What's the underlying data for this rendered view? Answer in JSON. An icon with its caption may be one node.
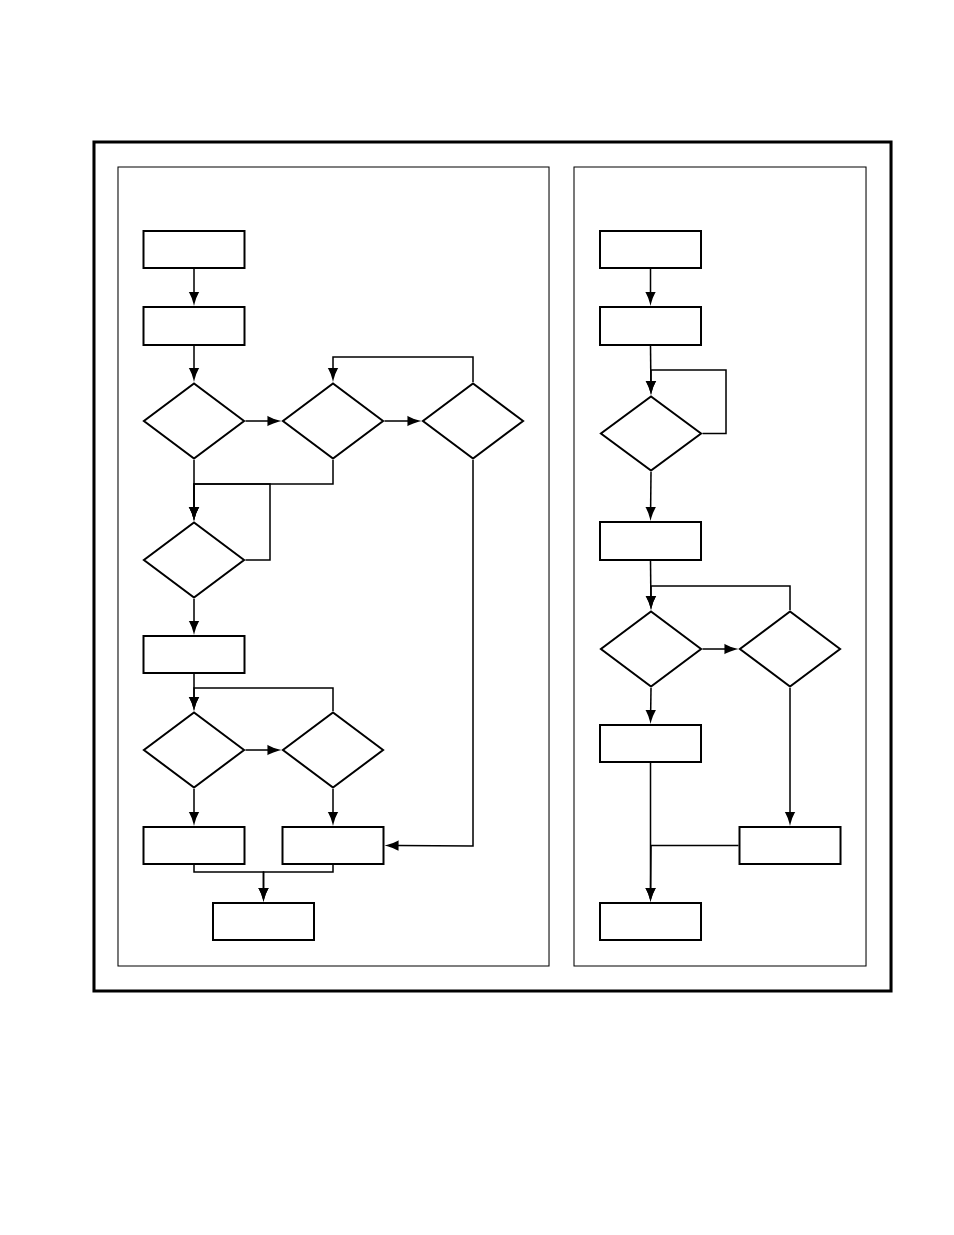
{
  "diagram": {
    "nodes": [
      {
        "text": [],
        "shape": "box"
      },
      {
        "text": [],
        "shape": "box",
        "in": 0
      },
      {
        "text": [],
        "shape": "box",
        "in": 0
      },
      {
        "text": [],
        "shape": "box",
        "in": 1
      },
      {
        "text": [],
        "shape": "box",
        "in": 1
      },
      {
        "text": [],
        "shape": "diamond",
        "in": 1
      },
      {
        "text": [],
        "shape": "diamond",
        "in": 1
      },
      {
        "text": [],
        "shape": "diamond",
        "in": 1
      },
      {
        "text": [],
        "shape": "diamond",
        "in": 1
      },
      {
        "text": [],
        "shape": "box",
        "in": 1
      },
      {
        "text": [],
        "shape": "diamond",
        "in": 1
      },
      {
        "text": [],
        "shape": "diamond",
        "in": 1
      },
      {
        "text": [],
        "shape": "box",
        "in": 1
      },
      {
        "text": [],
        "shape": "box",
        "in": 1
      },
      {
        "text": [],
        "shape": "box",
        "in": 1
      },
      {
        "text": [],
        "shape": "box",
        "in": 2
      },
      {
        "text": [],
        "shape": "box",
        "in": 2
      },
      {
        "text": [],
        "shape": "diamond",
        "in": 2
      },
      {
        "text": [],
        "shape": "box",
        "in": 2
      },
      {
        "text": [],
        "shape": "diamond",
        "in": 2
      },
      {
        "text": [],
        "shape": "diamond",
        "in": 2
      },
      {
        "text": [],
        "shape": "box",
        "in": 2
      },
      {
        "text": [],
        "shape": "box",
        "in": 2
      },
      {
        "text": [],
        "shape": "box",
        "in": 2
      }
    ],
    "edges": [
      {
        "from": 3,
        "to": 4,
        "arrow": "to"
      },
      {
        "from": 4,
        "to": 5,
        "arrow": "to"
      },
      {
        "from": 5,
        "to": 6,
        "arrow": "to"
      },
      {
        "from": 6,
        "to": 7,
        "arrow": "to"
      },
      {
        "from": 7,
        "to": 6,
        "arrow": "to"
      },
      {
        "from": 5,
        "to": 8,
        "arrow": "to"
      },
      {
        "from": 6,
        "to": 8,
        "arrow": "to"
      },
      {
        "from": 8,
        "to": 8,
        "arrow": "to"
      },
      {
        "from": 8,
        "to": 9,
        "arrow": "to"
      },
      {
        "from": 9,
        "to": 10,
        "arrow": "to"
      },
      {
        "from": 10,
        "to": 11,
        "arrow": "to"
      },
      {
        "from": 11,
        "to": 10,
        "arrow": "to"
      },
      {
        "from": 10,
        "to": 12,
        "arrow": "to"
      },
      {
        "from": 11,
        "to": 13,
        "arrow": "to"
      },
      {
        "from": 7,
        "to": 13,
        "arrow": "to"
      },
      {
        "from": 12,
        "to": 14,
        "arrow": "to"
      },
      {
        "from": 13,
        "to": 14,
        "arrow": "to"
      },
      {
        "from": 15,
        "to": 16,
        "arrow": "to"
      },
      {
        "from": 16,
        "to": 17,
        "arrow": "to"
      },
      {
        "from": 17,
        "to": 17,
        "arrow": "to"
      },
      {
        "from": 17,
        "to": 18,
        "arrow": "to"
      },
      {
        "from": 18,
        "to": 19,
        "arrow": "to"
      },
      {
        "from": 19,
        "to": 20,
        "arrow": "to"
      },
      {
        "from": 20,
        "to": 19,
        "arrow": "to"
      },
      {
        "from": 19,
        "to": 21,
        "arrow": "to"
      },
      {
        "from": 20,
        "to": 22,
        "arrow": "to"
      },
      {
        "from": 21,
        "to": 23,
        "arrow": "to"
      },
      {
        "from": 22,
        "to": 23,
        "arrow": "to"
      }
    ]
  }
}
